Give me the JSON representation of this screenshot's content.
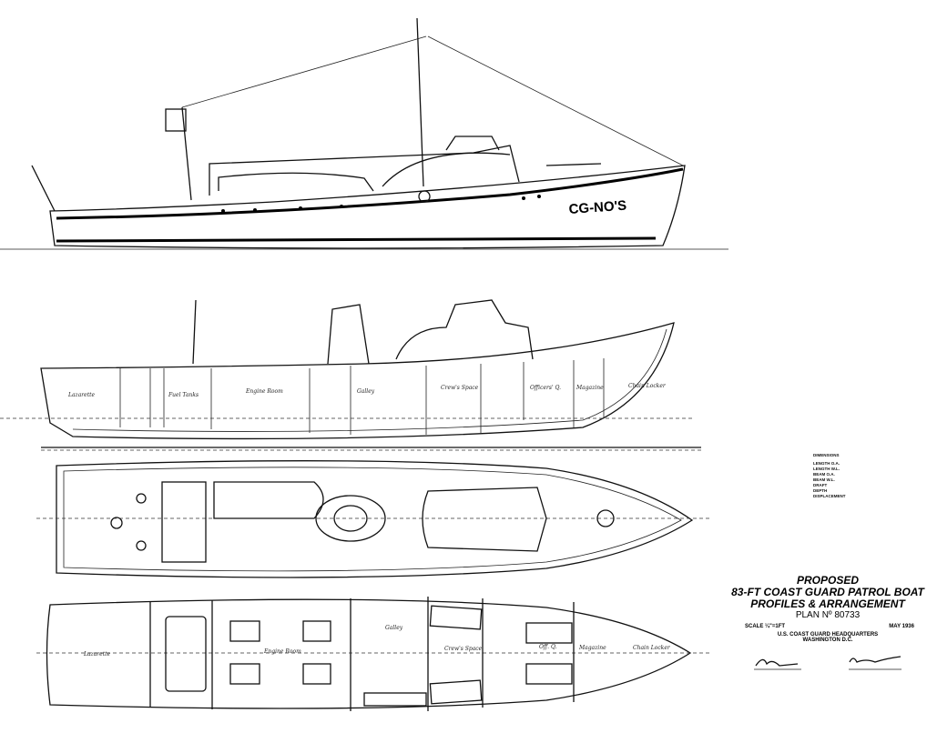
{
  "profile": {
    "hull_number": "CG-NO'S"
  },
  "inboard_profile": {
    "compartments": [
      "Lazarette",
      "Fuel Tanks",
      "Engine Room",
      "Galley",
      "Crew's Space",
      "Officers' Q.",
      "Magazine",
      "Chain Locker"
    ]
  },
  "lower_plan": {
    "compartments": [
      "Lazarette",
      "Engine Room",
      "Galley",
      "Crew's Space",
      "Off. Q.",
      "Magazine",
      "Chain Locker"
    ]
  },
  "dimensions": {
    "heading": "DIMENSIONS",
    "rows": [
      "LENGTH O.A.",
      "LENGTH W.L.",
      "BEAM O.A.",
      "BEAM W.L.",
      "DRAFT",
      "DEPTH",
      "DISPLACEMENT"
    ]
  },
  "title_block": {
    "line1": "PROPOSED",
    "line2": "83-FT COAST GUARD PATROL BOAT",
    "line3": "PROFILES & ARRANGEMENT",
    "plan_no": "PLAN Nº 80733",
    "scale": "SCALE ¼\"=1FT",
    "date": "MAY 1936",
    "org": "U.S. COAST GUARD HEADQUARTERS",
    "city": "WASHINGTON D.C."
  }
}
